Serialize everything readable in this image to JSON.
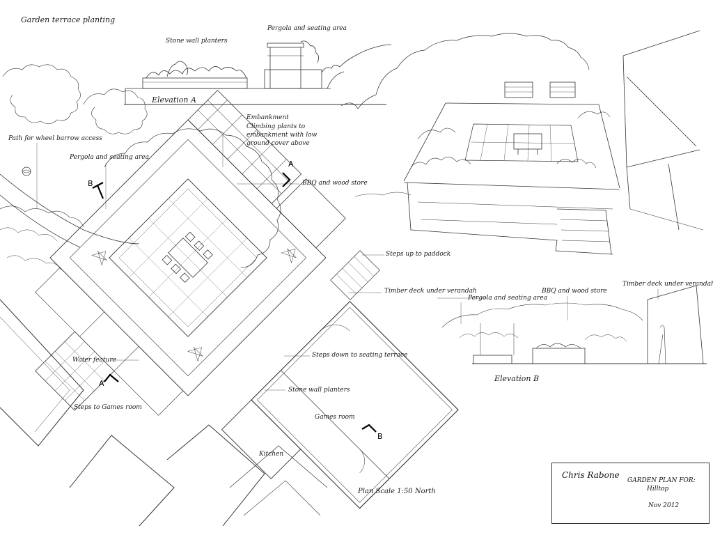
{
  "sheet": {
    "title": "Garden terrace planting",
    "elevation_a": {
      "name": "Elevation A",
      "labels": [
        "Stone wall planters",
        "Pergola and seating area"
      ]
    },
    "perspective": {},
    "elevation_b": {
      "name": "Elevation B",
      "labels": [
        "Pergola and seating area",
        "BBQ and wood store",
        "Timber deck under verandah"
      ]
    },
    "plan": {
      "labels": {
        "embankment": "Embankment",
        "climbing": "Climbing plants to embankment with low ground cover above",
        "path": "Path for  wheel barrow access",
        "pergola": "Pergola and seating area",
        "bbq": "BBQ and wood store",
        "steps_paddock": "Steps up to paddock",
        "timber_deck": "Timber deck under verandah",
        "steps_down": "Steps down to seating terrace",
        "water": "Water feature",
        "stone_wall": "Stone wall planters",
        "steps_games": "Steps to Games room",
        "games_room": "Games room",
        "kitchen": "Kitchen"
      },
      "section_marks": [
        "A",
        "B",
        "A",
        "B"
      ],
      "scale": "Plan Scale 1:50 North"
    },
    "title_block": {
      "author": "Chris Rabone",
      "title": "GARDEN PLAN FOR:",
      "client": "Hilltop",
      "date": "Nov 2012"
    }
  }
}
